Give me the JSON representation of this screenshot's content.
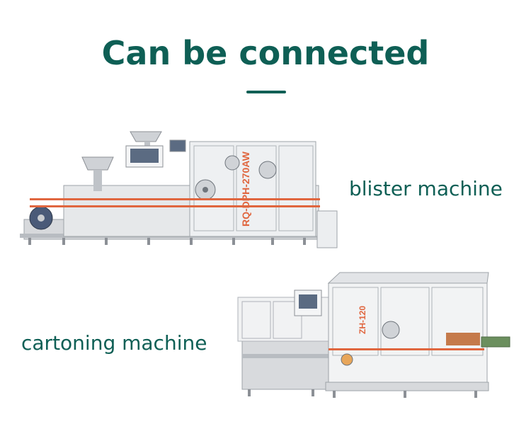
{
  "heading": "Can be connected",
  "machines": {
    "blister": {
      "label": "blister machine",
      "model_marking": "RQ-DPH-270AW"
    },
    "cartoning": {
      "label": "cartoning machine",
      "model_marking": "ZH-120"
    }
  },
  "colors": {
    "accent": "#0e5f55",
    "stripe": "#e0663f",
    "steel": "#c9ccd0"
  }
}
